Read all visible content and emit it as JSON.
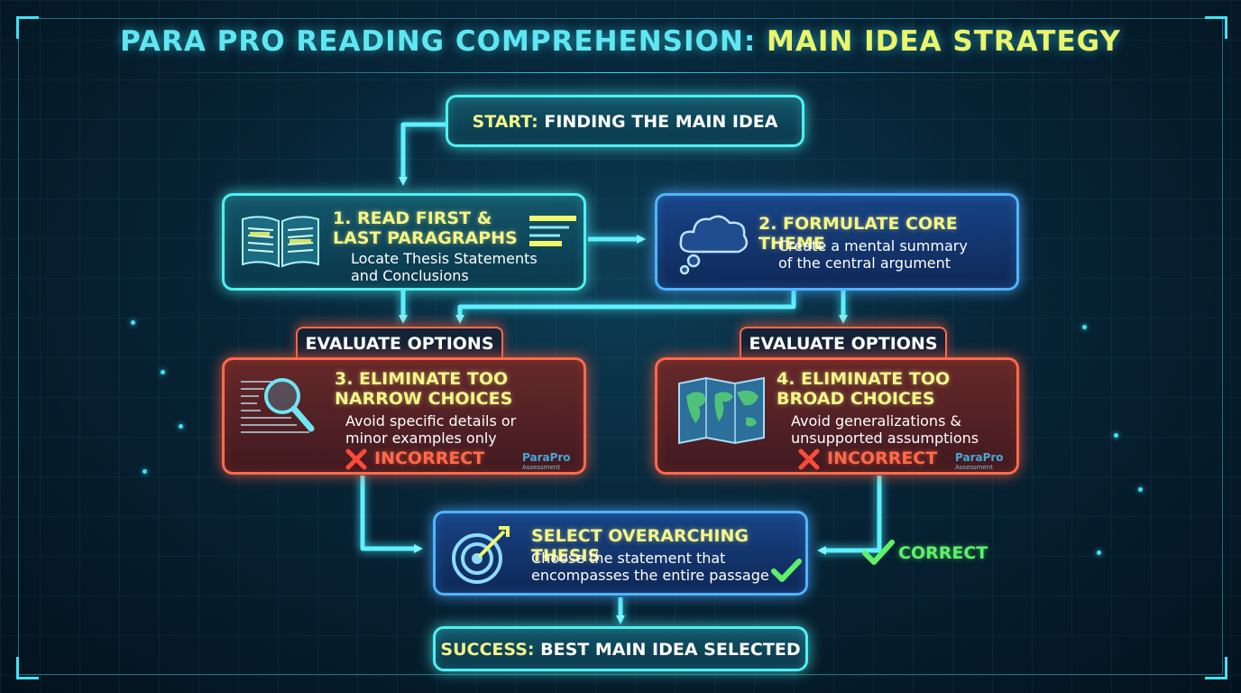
{
  "title": {
    "part1": "PARA PRO READING COMPREHENSION: ",
    "part2": "MAIN IDEA STRATEGY"
  },
  "start": {
    "prefix": "START:",
    "text": "FINDING THE MAIN IDEA"
  },
  "step1": {
    "title": "1. READ FIRST & LAST PARAGRAPHS",
    "desc": "Locate Thesis Statements and Conclusions",
    "icon": "open-book-icon"
  },
  "step2": {
    "title": "2. FORMULATE CORE THEME",
    "desc": "Create a mental summary of the central argument",
    "icon": "thought-cloud-icon"
  },
  "eval_label": "EVALUATE OPTIONS",
  "step3": {
    "title": "3. ELIMINATE TOO NARROW CHOICES",
    "desc": "Avoid specific details or minor examples only",
    "status": "INCORRECT",
    "icon": "magnifier-icon"
  },
  "step4": {
    "title": "4. ELIMINATE TOO BROAD CHOICES",
    "desc": "Avoid generalizations & unsupported assumptions",
    "status": "INCORRECT",
    "icon": "world-map-icon"
  },
  "select": {
    "title": "SELECT OVERARCHING THESIS",
    "desc": "Choose the statement that encompasses the entire passage",
    "icon": "target-icon"
  },
  "correct_label": "CORRECT",
  "success": {
    "prefix": "SUCCESS:",
    "text": "BEST MAIN IDEA SELECTED"
  },
  "brand": {
    "name": "ParaPro",
    "sub": "Assessment"
  },
  "colors": {
    "cyan": "#4ff0f0",
    "blue": "#4fb4ff",
    "red": "#ff6a4a",
    "yellow": "#f3f78a",
    "green": "#5ff06a"
  }
}
